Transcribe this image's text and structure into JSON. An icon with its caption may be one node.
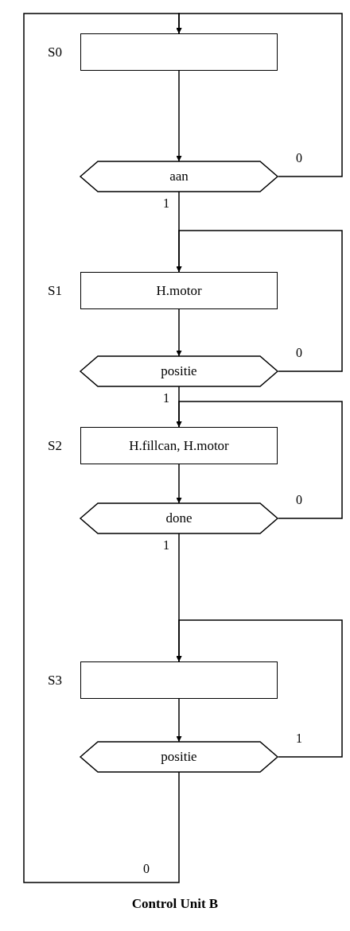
{
  "diagram": {
    "caption": "Control Unit B",
    "nodes": [
      {
        "text": [],
        "shape": "box",
        "beside": [
          "S0"
        ]
      },
      {
        "text": [
          "aan"
        ]
      },
      {
        "text": [
          "H.motor"
        ],
        "beside": [
          "S1"
        ]
      },
      {
        "text": [
          "positie"
        ]
      },
      {
        "text": [
          "H.fillcan, H.motor"
        ],
        "beside": [
          "S2"
        ]
      },
      {
        "text": [
          "done"
        ]
      },
      {
        "text": [],
        "shape": "box",
        "beside": [
          "S3"
        ]
      },
      {
        "text": [
          "positie"
        ]
      }
    ],
    "edges": [
      {
        "from": 0,
        "to": 1,
        "arrow": "to"
      },
      {
        "from": 1,
        "to": 2,
        "arrow": "to",
        "label": "1"
      },
      {
        "from": 1,
        "to": 0,
        "arrow": "to",
        "label": "0"
      },
      {
        "from": 2,
        "to": 3,
        "arrow": "to"
      },
      {
        "from": 3,
        "to": 4,
        "arrow": "to",
        "label": "1"
      },
      {
        "from": 3,
        "to": 2,
        "arrow": "to",
        "label": "0"
      },
      {
        "from": 4,
        "to": 5,
        "arrow": "to"
      },
      {
        "from": 5,
        "to": 6,
        "arrow": "to",
        "label": "1"
      },
      {
        "from": 5,
        "to": 4,
        "arrow": "to",
        "label": "0"
      },
      {
        "from": 6,
        "to": 7,
        "arrow": "to"
      },
      {
        "from": 7,
        "to": 6,
        "arrow": "to",
        "label": "1"
      },
      {
        "from": 7,
        "to": 0,
        "arrow": "to",
        "label": "0"
      }
    ]
  }
}
